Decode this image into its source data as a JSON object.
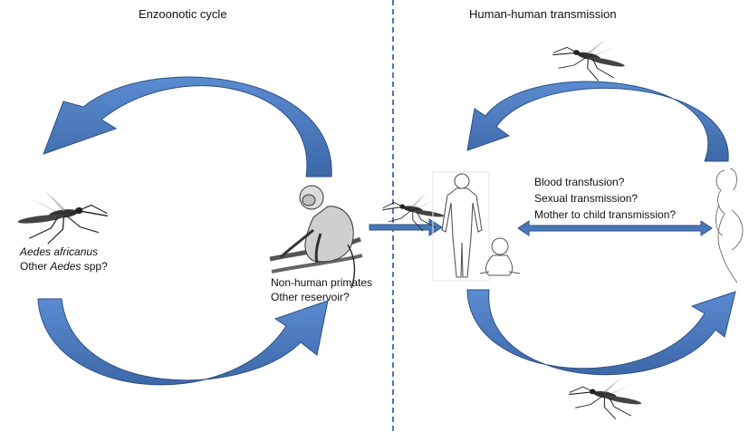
{
  "left_panel": {
    "title": "Enzoonotic cycle",
    "vector_label": {
      "line1_species": "Aedes  africanus",
      "line2_prefix": "Other ",
      "line2_genus": "Aedes",
      "line2_suffix": " spp?"
    },
    "host_label": {
      "line1": "Non-human primates",
      "line2": "Other reservoir?"
    }
  },
  "right_panel": {
    "title": "Human-human transmission",
    "routes": [
      "Blood transfusion?",
      "Sexual transmission?",
      "Mother to child transmission?"
    ]
  },
  "colors": {
    "arrow_fill": "#4a78b8",
    "arrow_stroke": "#2c4f86",
    "divider": "#4a78b8",
    "sketch": "#333333",
    "outline": "#555555"
  },
  "icons": [
    "mosquito-icon",
    "monkey-icon",
    "human-adult-icon",
    "baby-icon",
    "pregnant-woman-icon"
  ]
}
